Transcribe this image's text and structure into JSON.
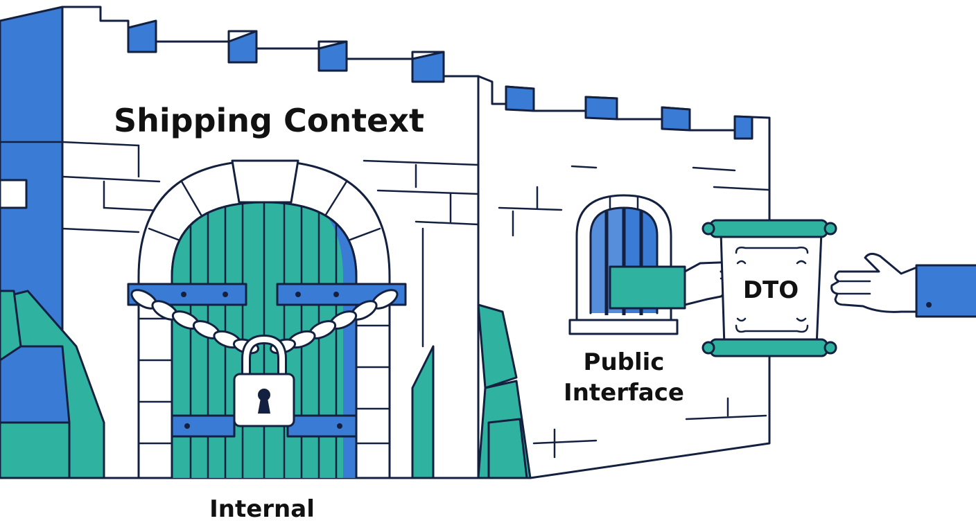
{
  "labels": {
    "title": "Shipping Context",
    "internal": "Internal",
    "public_line1": "Public",
    "public_line2": "Interface",
    "dto": "DTO"
  },
  "colors": {
    "blue": "#3a7bd5",
    "teal": "#2fb3a0",
    "outline": "#14203f",
    "wall": "#ffffff"
  },
  "icons": [
    "padlock-icon",
    "chain-icon",
    "scroll-icon",
    "hand-icon"
  ]
}
